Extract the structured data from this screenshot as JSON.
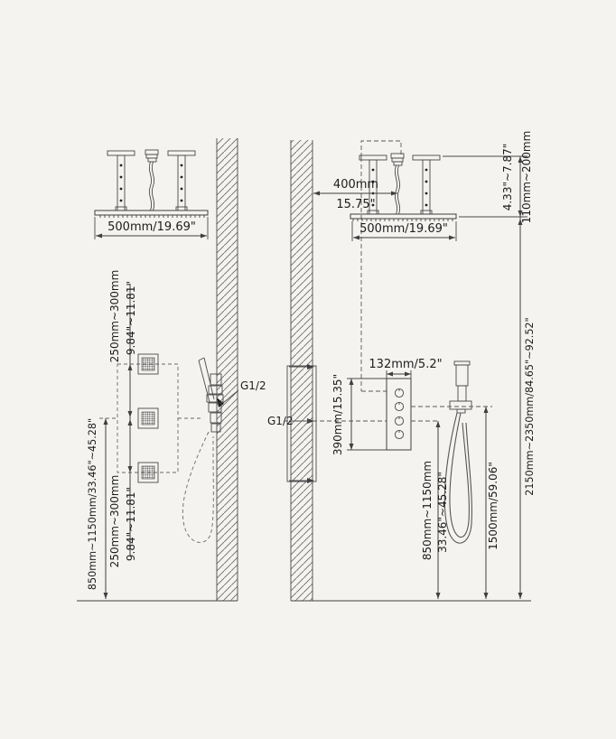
{
  "diagram": {
    "title": "shower-system-installation-dimension-drawing",
    "colors": {
      "background": "#f4f3f0",
      "line": "#3f3f3f",
      "text": "#1c1c1c"
    },
    "left_view": {
      "shower_width": "500mm/19.69\"",
      "jet_spacing_upper_mm": "250mm~300mm",
      "jet_spacing_upper_in": "9.84\"~11.81\"",
      "jet_spacing_lower_mm": "250mm~300mm",
      "jet_spacing_lower_in": "9.84\"~11.81\"",
      "jets_height": "850mm~1150mm/33.46\"~45.28\"",
      "connection_thread": "G1/2"
    },
    "right_view": {
      "wall_offset_mm": "400mm",
      "wall_offset_in": "15.75\"",
      "shower_width": "500mm/19.69\"",
      "ceiling_drop_in": "4.33\"~7.87\"",
      "ceiling_drop_mm": "110mm~200mm",
      "ceiling_height": "2150mm~2350mm/84.65\"~92.52\"",
      "valve_width": "132mm/5.2\"",
      "valve_height": "390mm/15.35\"",
      "connection_thread": "G1/2",
      "valve_mount_height_mm": "850mm~1150mm",
      "valve_mount_height_in": "33.46\"~45.28\"",
      "hand_shower_height": "1500mm/59.06\""
    }
  }
}
